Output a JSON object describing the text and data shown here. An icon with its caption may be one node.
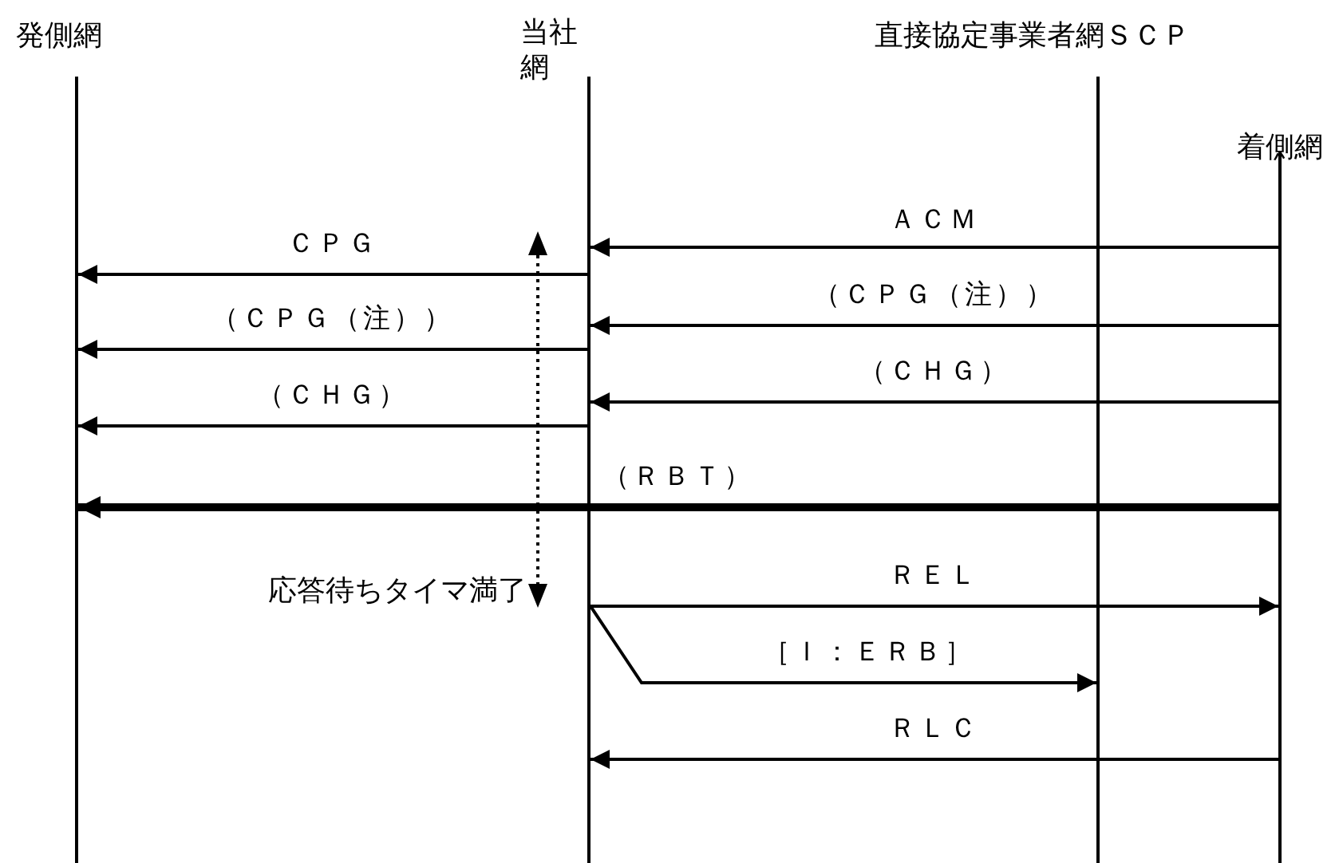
{
  "diagram": {
    "nodes": [
      {
        "text": [
          "発側網"
        ]
      },
      {
        "text": [
          "当社網"
        ]
      },
      {
        "text": [
          "直接協定事業者網ＳＣＰ"
        ]
      },
      {
        "text": [
          "着側網"
        ]
      }
    ],
    "edges": [
      {
        "from": 3,
        "to": 1,
        "arrow": "to",
        "label": "ＡＣＭ"
      },
      {
        "from": 1,
        "to": 0,
        "arrow": "to",
        "label": "ＣＰＧ"
      },
      {
        "from": 3,
        "to": 1,
        "arrow": "to",
        "label": "（ＣＰＧ（注））"
      },
      {
        "from": 1,
        "to": 0,
        "arrow": "to",
        "label": "（ＣＰＧ（注））"
      },
      {
        "from": 3,
        "to": 1,
        "arrow": "to",
        "label": "（ＣＨＧ）"
      },
      {
        "from": 1,
        "to": 0,
        "arrow": "to",
        "label": "（ＣＨＧ）"
      },
      {
        "from": 3,
        "to": 0,
        "arrow": "to",
        "label": "（ＲＢＴ）",
        "style": "thick"
      },
      {
        "from": 1,
        "to": 3,
        "arrow": "to",
        "label": "ＲＥＬ"
      },
      {
        "from": 1,
        "to": 2,
        "arrow": "to",
        "label": "［Ｉ：ＥＲＢ］"
      },
      {
        "from": 3,
        "to": 1,
        "arrow": "to",
        "label": "ＲＬＣ"
      }
    ],
    "labels": [
      "応答待ちタイマ満了"
    ]
  }
}
